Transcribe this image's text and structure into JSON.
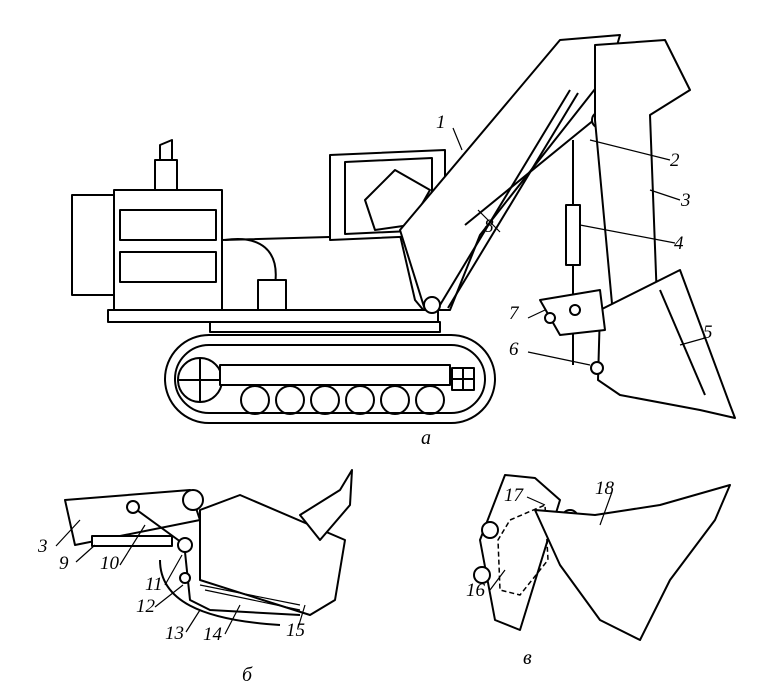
{
  "figure": {
    "view_a": {
      "caption": "а",
      "labels": [
        "1",
        "2",
        "3",
        "4",
        "5",
        "6",
        "7",
        "8"
      ]
    },
    "view_b": {
      "caption": "б",
      "labels": [
        "3",
        "9",
        "10",
        "11",
        "12",
        "13",
        "14",
        "15"
      ]
    },
    "view_c": {
      "caption": "в",
      "labels": [
        "16",
        "17",
        "18"
      ]
    }
  }
}
